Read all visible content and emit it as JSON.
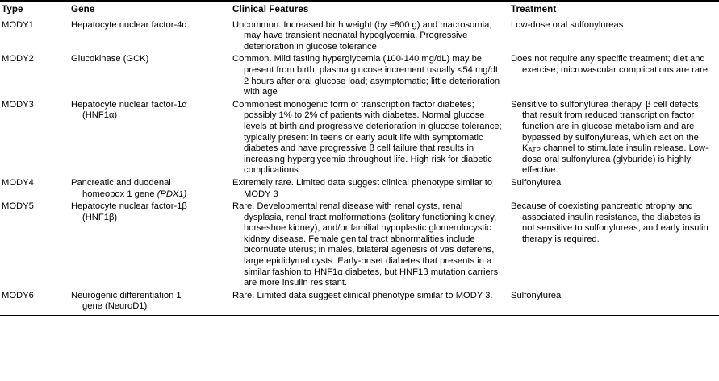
{
  "table": {
    "caption_visible": false,
    "columns": [
      {
        "key": "type",
        "label": "Type"
      },
      {
        "key": "gene",
        "label": "Gene"
      },
      {
        "key": "clinical",
        "label": "Clinical Features"
      },
      {
        "key": "treatment",
        "label": "Treatment"
      }
    ],
    "rows": [
      {
        "type": "MODY1",
        "gene": "Hepatocyte nuclear factor-4α",
        "gene_line1": "Hepatocyte nuclear factor-4α",
        "gene_line2": "",
        "clinical": "Uncommon. Increased birth weight (by ≈800 g) and macrosomia; may have transient neonatal hypoglycemia. Progressive deterioration in glucose tolerance",
        "treatment": "Low-dose oral sulfonylureas"
      },
      {
        "type": "MODY2",
        "gene": "Glucokinase (GCK)",
        "gene_line1": "Glucokinase (GCK)",
        "gene_line2": "",
        "clinical": "Common. Mild fasting hyperglycemia (100-140 mg/dL) may be present from birth; plasma glucose increment usually <54 mg/dL 2 hours after oral glucose load; asymptomatic; little deterioration with age",
        "treatment": "Does not require any specific treatment; diet and exercise; microvascular complications are rare"
      },
      {
        "type": "MODY3",
        "gene": "Hepatocyte nuclear factor-1α (HNF1α)",
        "gene_line1": "Hepatocyte nuclear factor-1α",
        "gene_line2": "(HNF1α)",
        "clinical": "Commonest monogenic form of transcription factor diabetes; possibly 1% to 2% of patients with diabetes. Normal glucose levels at birth and progressive deterioration in glucose tolerance; typically present in teens or early adult life with symptomatic diabetes and have progressive β cell failure that results in increasing hyperglycemia throughout life. High risk for diabetic complications",
        "treatment_part1": "Sensitive to sulfonylurea therapy. β cell defects that result from reduced transcription factor function are in glucose metabolism and are bypassed by sulfonylureas, which act on the K",
        "treatment_subscript": "ATP",
        "treatment_part2": " channel to stimulate insulin release. Low-dose oral sulfonylurea (glyburide) is highly effective.",
        "treatment": "Sensitive to sulfonylurea therapy. β cell defects that result from reduced transcription factor function are in glucose metabolism and are bypassed by sulfonylureas, which act on the KATP channel to stimulate insulin release. Low-dose oral sulfonylurea (glyburide) is highly effective."
      },
      {
        "type": "MODY4",
        "gene": "Pancreatic and duodenal homeobox 1 gene (PDX1)",
        "gene_line1": "Pancreatic and duodenal",
        "gene_line2_prefix": "homeobox 1 gene ",
        "gene_line2_italic": "(PDX1)",
        "clinical": "Extremely rare. Limited data suggest clinical phenotype similar to MODY 3",
        "treatment": "Sulfonylurea"
      },
      {
        "type": "MODY5",
        "gene": "Hepatocyte nuclear factor-1β (HNF1β)",
        "gene_line1": "Hepatocyte nuclear factor-1β",
        "gene_line2": "(HNF1β)",
        "clinical": "Rare. Developmental renal disease with renal cysts, renal dysplasia, renal tract malformations (solitary functioning kidney, horseshoe kidney), and/or familial hypoplastic glomerulocystic kidney disease. Female genital tract abnormalities include bicornuate uterus; in males, bilateral agenesis of vas deferens, large epididymal cysts. Early-onset diabetes that presents in a similar fashion to HNF1α diabetes, but HNF1β mutation carriers are more insulin resistant.",
        "treatment": "Because of coexisting pancreatic atrophy and associated insulin resistance, the diabetes is not sensitive to sulfonylureas, and early insulin therapy is required."
      },
      {
        "type": "MODY6",
        "gene": "Neurogenic differentiation 1 gene (NeuroD1)",
        "gene_line1": "Neurogenic differentiation 1",
        "gene_line2": "gene (NeuroD1)",
        "clinical": "Rare. Limited data suggest clinical phenotype similar to MODY 3.",
        "treatment": "Sulfonylurea"
      }
    ]
  },
  "style": {
    "text_color": "#000000",
    "background_color": "#ffffff",
    "rule_color": "#000000"
  }
}
